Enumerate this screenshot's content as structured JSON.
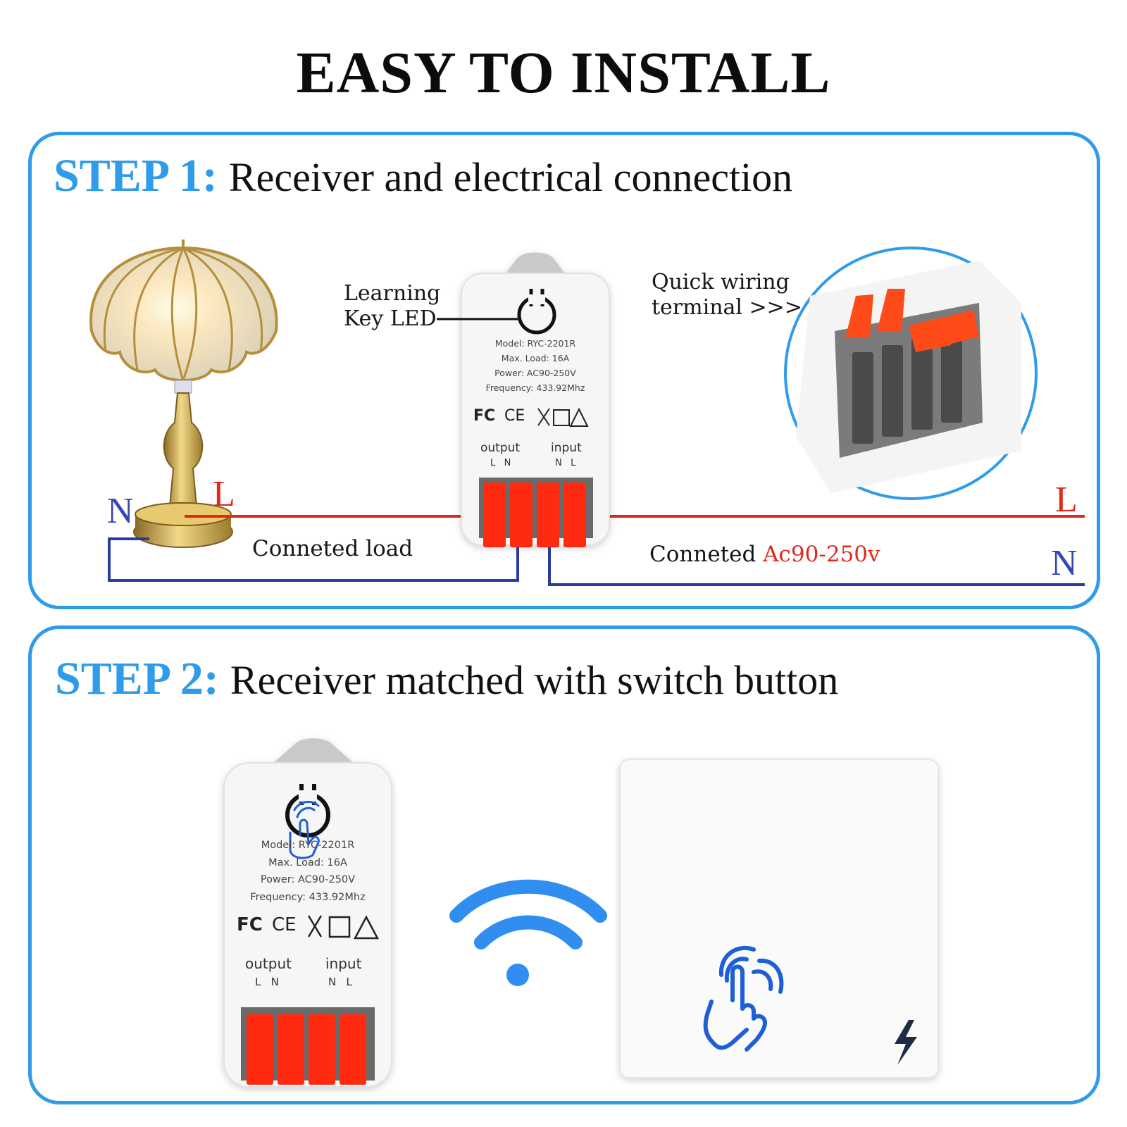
{
  "title": "EASY TO INSTALL",
  "step1": {
    "label": "STEP 1:",
    "text": "Receiver and electrical connection",
    "learning_key_label": [
      "Learning",
      "Key LED"
    ],
    "quick_wiring_label": [
      "Quick wiring",
      "terminal >>>"
    ],
    "connected_load": "Conneted load",
    "connected_supply_prefix": "Conneted ",
    "connected_supply_value": "Ac90-250v",
    "wire_L_left": "L",
    "wire_N_left": "N",
    "wire_L_right": "L",
    "wire_N_right": "N"
  },
  "step2": {
    "label": "STEP 2:",
    "text": "Receiver matched with switch button"
  },
  "receiver": {
    "model": "Model: RYC-2201R",
    "max_load": "Max. Load: 16A",
    "power": "Power: AC90-250V",
    "frequency": "Frequency: 433.92Mhz",
    "output": "output",
    "input": "input",
    "output_pins": "L   N",
    "input_pins": "N   L",
    "cert_marks": [
      "FC",
      "CE",
      "weee-icon",
      "rohs-icon",
      "warning-icon"
    ]
  },
  "icons": [
    "lamp-icon",
    "bulb-icon",
    "wifi-icon",
    "touch-hand-icon",
    "lightning-icon"
  ],
  "colors": {
    "accent": "#2f9bea",
    "live_wire": "#e0281b",
    "neutral_wire": "#2b3a9e",
    "terminal_lever": "#ff2a10"
  }
}
